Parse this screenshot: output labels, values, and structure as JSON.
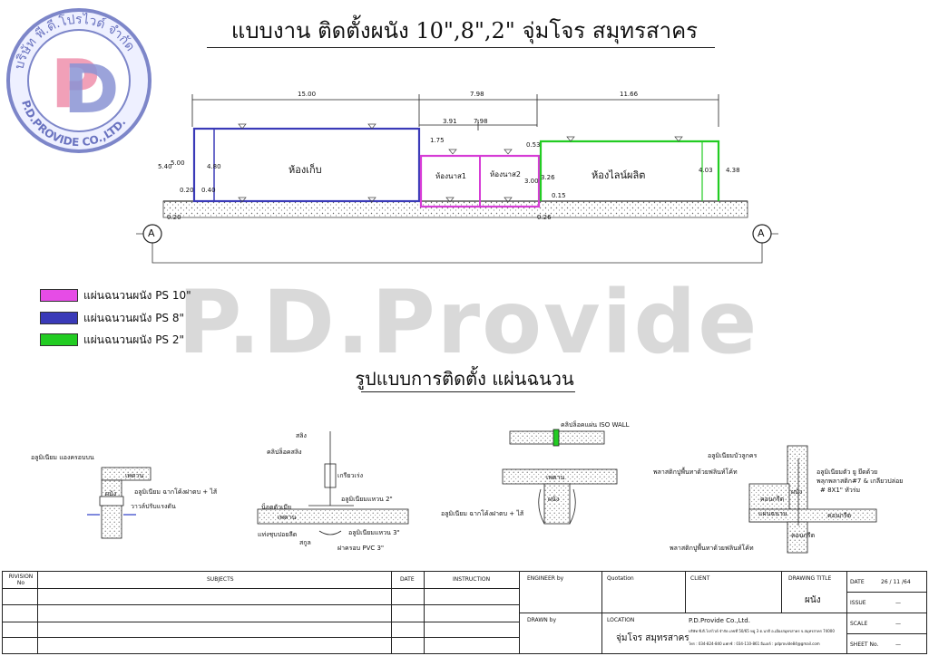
{
  "title": "แบบงาน ติดตั้งผนัง 10\",8\",2\" จุ่มโจร สมุทรสาคร",
  "subtitle": "รูปแบบการติดตั้ง แผ่นฉนวน",
  "watermark": "P.D.Provide",
  "logo": {
    "thai_text": "บริษัท พี.ดี.โปรไวด์ จำกัด",
    "en_text": "P.D.PROVIDE CO.,LTD.",
    "letters": "PD"
  },
  "colors": {
    "ps10": "#e64ce6",
    "ps8": "#3a3ab8",
    "ps2": "#22cc22"
  },
  "legend": [
    {
      "label": "แผ่นฉนวนผนัง PS 10\"",
      "color": "#e64ce6"
    },
    {
      "label": "แผ่นฉนวนผนัง PS 8\"",
      "color": "#3a3ab8"
    },
    {
      "label": "แผ่นฉนวนผนัง PS 2\"",
      "color": "#22cc22"
    }
  ],
  "section": {
    "top_dims": [
      "15.00",
      "7.98",
      "11.66"
    ],
    "sub_dims": [
      "3.91",
      "7.98"
    ],
    "rooms": [
      "ห้องเก็บ",
      "ห้องนาส1",
      "ห้องนาส2",
      "ห้องไลน์ผลิต"
    ],
    "vert_dims": [
      "5.40",
      "5.00",
      "4.80",
      "1.75",
      "0.53",
      "3.26",
      "3.00",
      "4.03",
      "4.38"
    ],
    "floor_dims": [
      "0.20",
      "0.40",
      "0.20",
      "0.15",
      "0.26"
    ],
    "marker": "A"
  },
  "details": {
    "d1": [
      "อลูมิเนียม แองครอบบน",
      "อลูมิเนียม ฉากโค้งฝาตบ + ไส้",
      "วาวล์ปรับแรงดัน",
      "เพดาน",
      "ผนัง"
    ],
    "d2": [
      "สลิง",
      "คลิปล็อคสลิง",
      "เกรียวเร่ง",
      "อลูมิเนียมแหวน 2\"",
      "น็อตตัวเมีย",
      "อลูมิเนียมแหวน 3\"",
      "แท่งชุบปอยลีด",
      "สกูล",
      "ฝาครอบ PVC 3\"",
      "เพดาน"
    ],
    "d3": [
      "คลิปล็อคแผ่น ISO WALL",
      "อลูมิเนียม ฉากโค้งฝาตบ + ไส้",
      "เพดาน",
      "ผนัง"
    ],
    "d4": [
      "อลูมิเนียมบัวลูกคร",
      "อลูมิเนียมตัว ยู ยึดด้วย",
      "พลุกพลาสติก#7 & เกลียวปล่อย",
      "# 8X1\" หัวร่ม",
      "พลาสติกปูพื้นทาด้วยฟลินท์โค้ท",
      "พลาสติกปูพื้นทาด้วยฟลินท์โค้ท",
      "ผนัง",
      "คอนกรีต",
      "คอนกรีต",
      "แผ่นฉนวน",
      "คอนกรีต"
    ]
  },
  "title_block": {
    "revision_header": "RIVISION No",
    "subjects_header": "SUBJECTS",
    "date_header": "DATE",
    "instruction_header": "INSTRUCTION",
    "engineer_label": "ENGINEER by",
    "quotation_label": "Quotation",
    "client_label": "CLIENT",
    "drawing_title_label": "DRAWING TITLE",
    "drawing_title_value": "ผนัง",
    "date_label": "DATE",
    "date_value": "26 / 11 /64",
    "issue_label": "ISSUE",
    "issue_value": "—",
    "drawn_label": "DRAWN by",
    "location_label": "LOCATION",
    "location_value": "จุ่มโจร สมุทรสาคร",
    "company_name": "P.D.Provide Co.,Ltd.",
    "company_address": "บริษัท พี.ดี.โปรไวด์ จำกัด เลขที่ 50/65 หมู่ 3 ต.นาดี อ.เมืองสมุทรสาคร จ.สมุทรสาคร 74000",
    "company_contact": "โทร : 034-824-840 แฟกซ์ : 034-110-861 อีเมลล์ : pdprovide84@gmail.com",
    "scale_label": "SCALE",
    "scale_value": "—",
    "sheet_label": "SHEET No.",
    "sheet_value": "—"
  }
}
